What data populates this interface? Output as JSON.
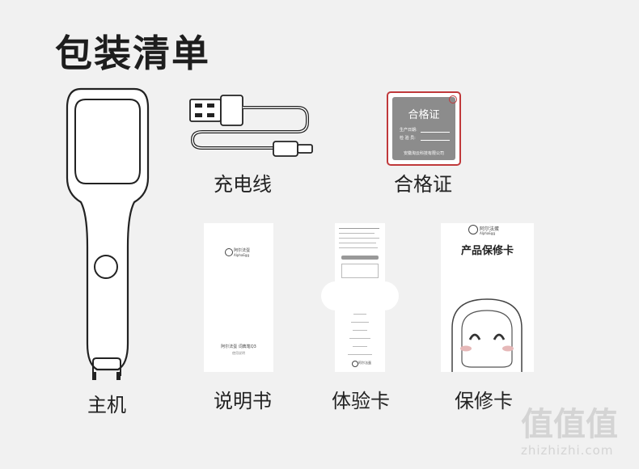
{
  "page_title": "包装清单",
  "items": {
    "host": "主机",
    "cable": "充电线",
    "certificate": "合格证",
    "manual": "说明书",
    "trial_card": "体验卡",
    "warranty_card": "保修卡"
  },
  "certificate_card": {
    "title": "合格证",
    "line1": "生产日期:",
    "line2": "检 验 员:",
    "footer": "安徽淘云科技有限公司"
  },
  "manual_card": {
    "brand": "阿尔法蛋",
    "brand_en": "AlphaEgg",
    "product": "阿尔法蛋 词典笔Q3",
    "subtitle": "使用说明"
  },
  "trial_detail": {
    "brand": "阿尔法蛋"
  },
  "warranty_card_content": {
    "brand": "阿尔法蛋",
    "brand_en": "AlphaEgg",
    "title": "产品保修卡"
  },
  "watermark": {
    "glyphs": "值值值",
    "url": "zhizhizhi.com"
  }
}
